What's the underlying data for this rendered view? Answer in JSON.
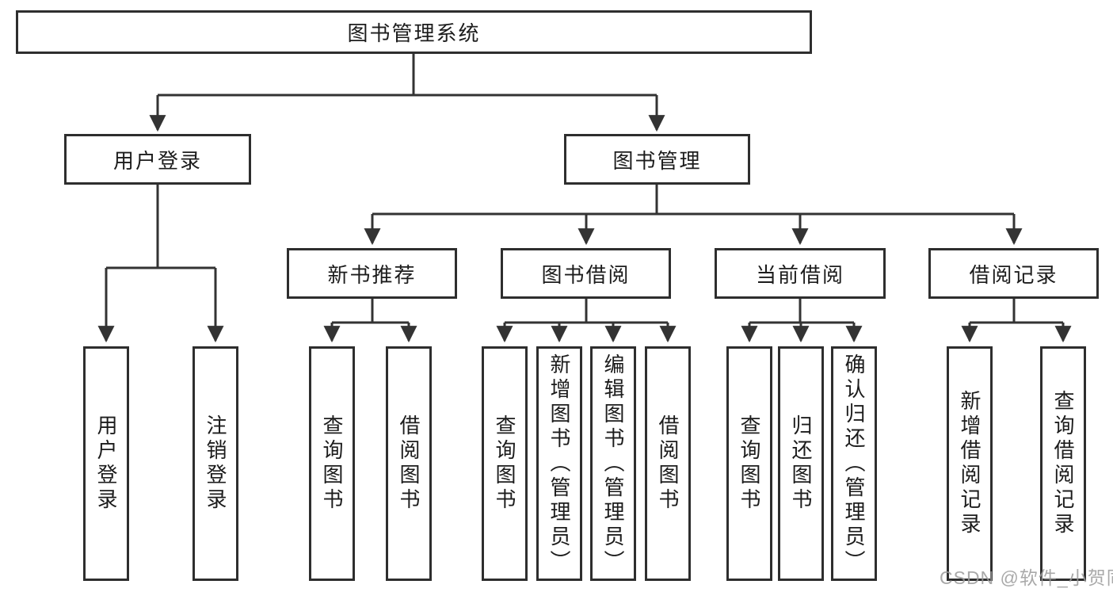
{
  "page": {
    "watermark": "CSDN @软件_小贺同学"
  },
  "colors": {
    "background": "#ffffff",
    "line": "#333333",
    "box_border": "#2e2e2e",
    "text": "#1c1c1c",
    "watermark": "#9b9b9b"
  },
  "nodes": {
    "root": {
      "label": "图书管理系统"
    },
    "user_login": {
      "label": "用户登录"
    },
    "book_management": {
      "label": "图书管理"
    },
    "new_book_recommend": {
      "label": "新书推荐"
    },
    "book_borrow": {
      "label": "图书借阅"
    },
    "current_borrow": {
      "label": "当前借阅"
    },
    "borrow_records": {
      "label": "借阅记录"
    },
    "leaf_user_login": {
      "label": "用户登录"
    },
    "leaf_logout": {
      "label": "注销登录"
    },
    "leaf_recommend_query_books": {
      "label": "查询图书"
    },
    "leaf_recommend_borrow_books": {
      "label": "借阅图书"
    },
    "leaf_borrow_query_books": {
      "label": "查询图书"
    },
    "leaf_borrow_add_books": {
      "label": "新增图书（管理员）"
    },
    "leaf_borrow_edit_books": {
      "label": "编辑图书（管理员）"
    },
    "leaf_borrow_borrow_books": {
      "label": "借阅图书"
    },
    "leaf_current_query_books": {
      "label": "查询图书"
    },
    "leaf_current_return_books": {
      "label": "归还图书"
    },
    "leaf_current_confirm_return": {
      "label": "确认归还（管理员）"
    },
    "leaf_records_add_record": {
      "label": "新增借阅记录"
    },
    "leaf_records_query_record": {
      "label": "查询借阅记录"
    }
  }
}
